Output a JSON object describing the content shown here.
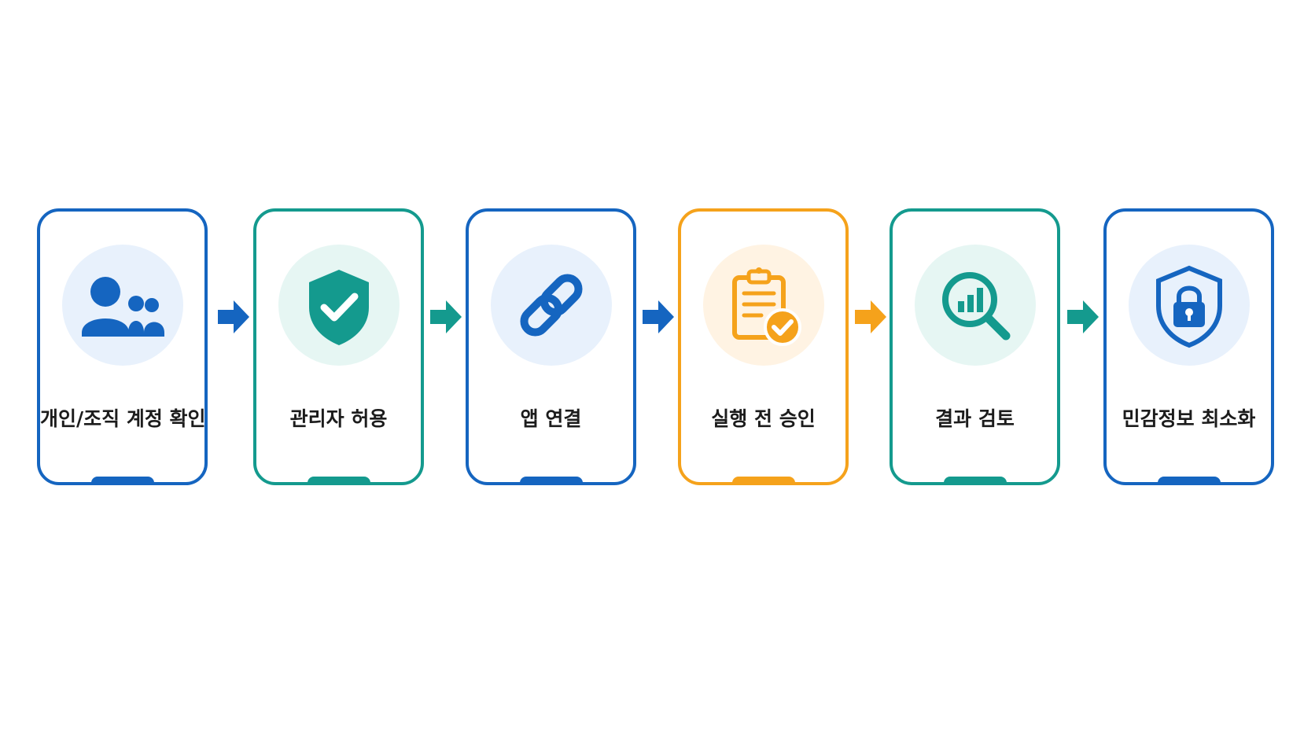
{
  "colors": {
    "blue": "#1565c0",
    "teal": "#149a8e",
    "orange": "#f5a21b",
    "blue_tint": "#e8f1fc",
    "teal_tint": "#e6f6f3",
    "orange_tint": "#fff3e3"
  },
  "steps": [
    {
      "label": "개인/조직 계정 확인",
      "icon": "users-icon",
      "color": "blue"
    },
    {
      "label": "관리자 허용",
      "icon": "shield-check-icon",
      "color": "teal"
    },
    {
      "label": "앱 연결",
      "icon": "link-icon",
      "color": "blue"
    },
    {
      "label": "실행 전 승인",
      "icon": "clipboard-check-icon",
      "color": "orange"
    },
    {
      "label": "결과 검토",
      "icon": "magnifier-chart-icon",
      "color": "teal"
    },
    {
      "label": "민감정보 최소화",
      "icon": "shield-lock-icon",
      "color": "blue"
    }
  ],
  "arrows": [
    {
      "icon": "arrow-right-icon",
      "color": "blue"
    },
    {
      "icon": "arrow-right-icon",
      "color": "teal"
    },
    {
      "icon": "arrow-right-icon",
      "color": "blue"
    },
    {
      "icon": "arrow-right-icon",
      "color": "orange"
    },
    {
      "icon": "arrow-right-icon",
      "color": "teal"
    }
  ]
}
